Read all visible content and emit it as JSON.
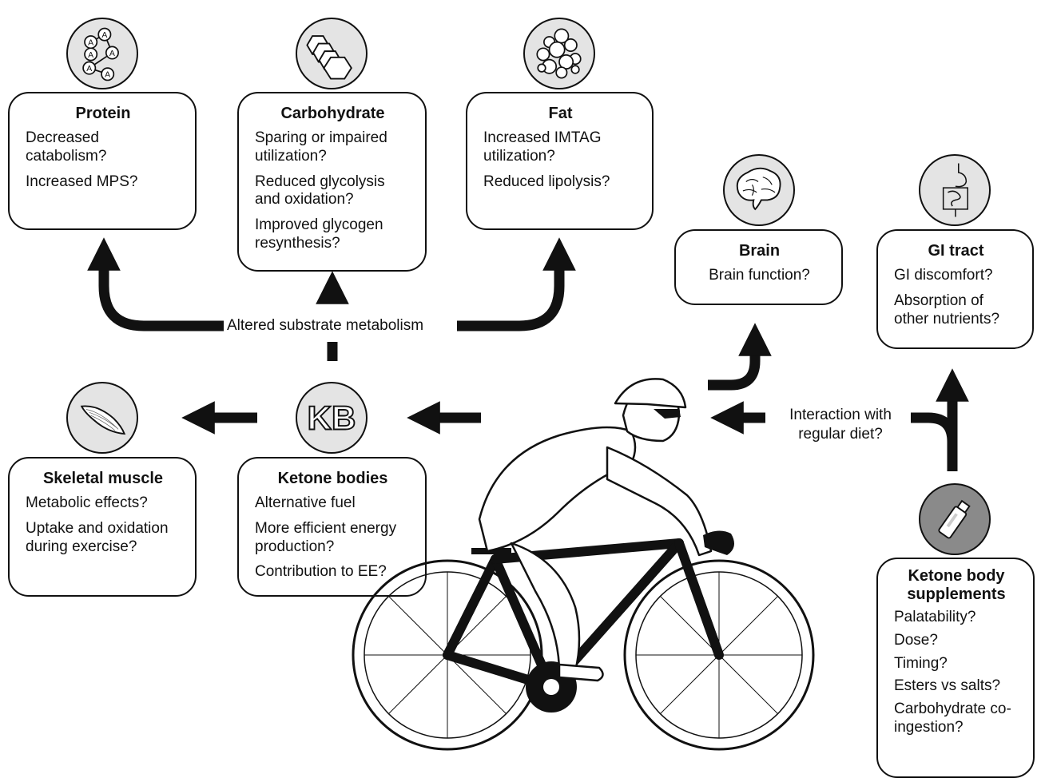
{
  "protein": {
    "title": "Protein",
    "items": [
      "Decreased catabolism?",
      "Increased MPS?"
    ]
  },
  "carbohydrate": {
    "title": "Carbohydrate",
    "items": [
      "Sparing or impaired utilization?",
      "Reduced glycolysis and oxidation?",
      "Improved glycogen resynthesis?"
    ]
  },
  "fat": {
    "title": "Fat",
    "items": [
      "Increased IMTAG utilization?",
      "Reduced lipolysis?"
    ]
  },
  "brain": {
    "title": "Brain",
    "items": [
      "Brain function?"
    ]
  },
  "gi": {
    "title": "GI tract",
    "items": [
      "GI discomfort?",
      "Absorption of other nutrients?"
    ]
  },
  "skeletal": {
    "title": "Skeletal muscle",
    "items": [
      "Metabolic effects?",
      "Uptake and oxidation during exercise?"
    ]
  },
  "ketone": {
    "title": "Ketone bodies",
    "items": [
      "Alternative fuel",
      "More efficient energy production?",
      "Contribution to EE?"
    ]
  },
  "supplements": {
    "title": "Ketone body supplements",
    "items": [
      "Palatability?",
      "Dose?",
      "Timing?",
      "Esters vs salts?",
      "Carbohydrate co-ingestion?"
    ]
  },
  "labels": {
    "substrate": "Altered substrate metabolism",
    "diet": "Interaction with regular diet?",
    "kb_icon": "KB",
    "amino": "A"
  }
}
